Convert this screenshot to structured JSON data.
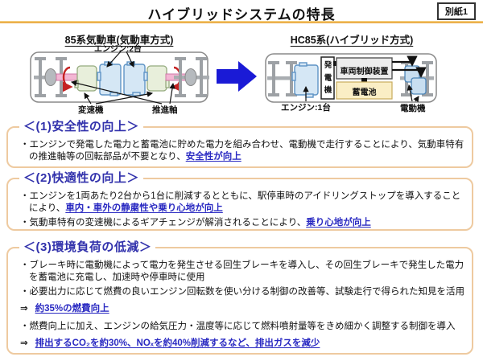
{
  "page": {
    "title": "ハイブリッドシステムの特長",
    "tag": "別紙1"
  },
  "diagram_left": {
    "heading": "85系気動車(気動車方式)",
    "engine_label": "エンジン:2台",
    "transmission_label": "変速機",
    "shaft_label": "推進軸"
  },
  "diagram_right": {
    "heading": "HC85系(ハイブリッド方式)",
    "engine_label": "エンジン:1台",
    "generator_label": "発電機",
    "controller_label": "車両制御装置",
    "battery_label": "蓄電池",
    "motor_label": "電動機"
  },
  "sections": [
    {
      "heading": "＜(1)安全性の向上＞",
      "items": [
        {
          "pre": "・エンジンで発電した電力と蓄電池に貯めた電力を組み合わせ、電動機で走行することにより、気動車特有の推進軸等の回転部品が不要となり、",
          "link": "安全性が向上"
        }
      ]
    },
    {
      "heading": "＜(2)快適性の向上＞",
      "items": [
        {
          "pre": "・エンジンを1両あたり2台から1台に削減するとともに、駅停車時のアイドリングストップを導入することにより、",
          "link": "車内・車外の静粛性や乗り心地が向上"
        },
        {
          "pre": "・気動車特有の変速機によるギアチェンジが解消されることにより、",
          "link": "乗り心地が向上"
        }
      ]
    },
    {
      "heading": "＜(3)環境負荷の低減＞",
      "items": [
        {
          "pre": "・ブレーキ時に電動機によって電力を発生させる回生ブレーキを導入し、その回生ブレーキで発生した電力を蓄電池に充電し、加速時や停車時に使用"
        },
        {
          "pre": "・必要出力に応じて燃費の良いエンジン回転数を使い分ける制御の改善等、試験走行で得られた知見を活用"
        },
        {
          "arrow": "⇒",
          "link": "約35%の燃費向上"
        },
        {
          "pre": "・燃費向上に加え、エンジンの給気圧力・温度等に応じて燃料噴射量等をきめ細かく調整する制御を導入"
        },
        {
          "arrow": "⇒",
          "link": "排出するCO₂を約30%、NOₓを約40%削減するなど、排出ガスを減少"
        }
      ]
    }
  ],
  "colors": {
    "section_border": "#eecaa0",
    "heading_blue": "#3232ac",
    "link_blue": "#2a2ac2",
    "big_arrow_blue": "#1a1ad6",
    "title_rule_amber": "#e69c2c",
    "engine_fill": "#d5e7f5",
    "transmission_fill": "#e8efdb",
    "battery_fill": "#faeec5",
    "controller_fill": "#ececec",
    "rotation_arrow_red": "#c42222"
  }
}
